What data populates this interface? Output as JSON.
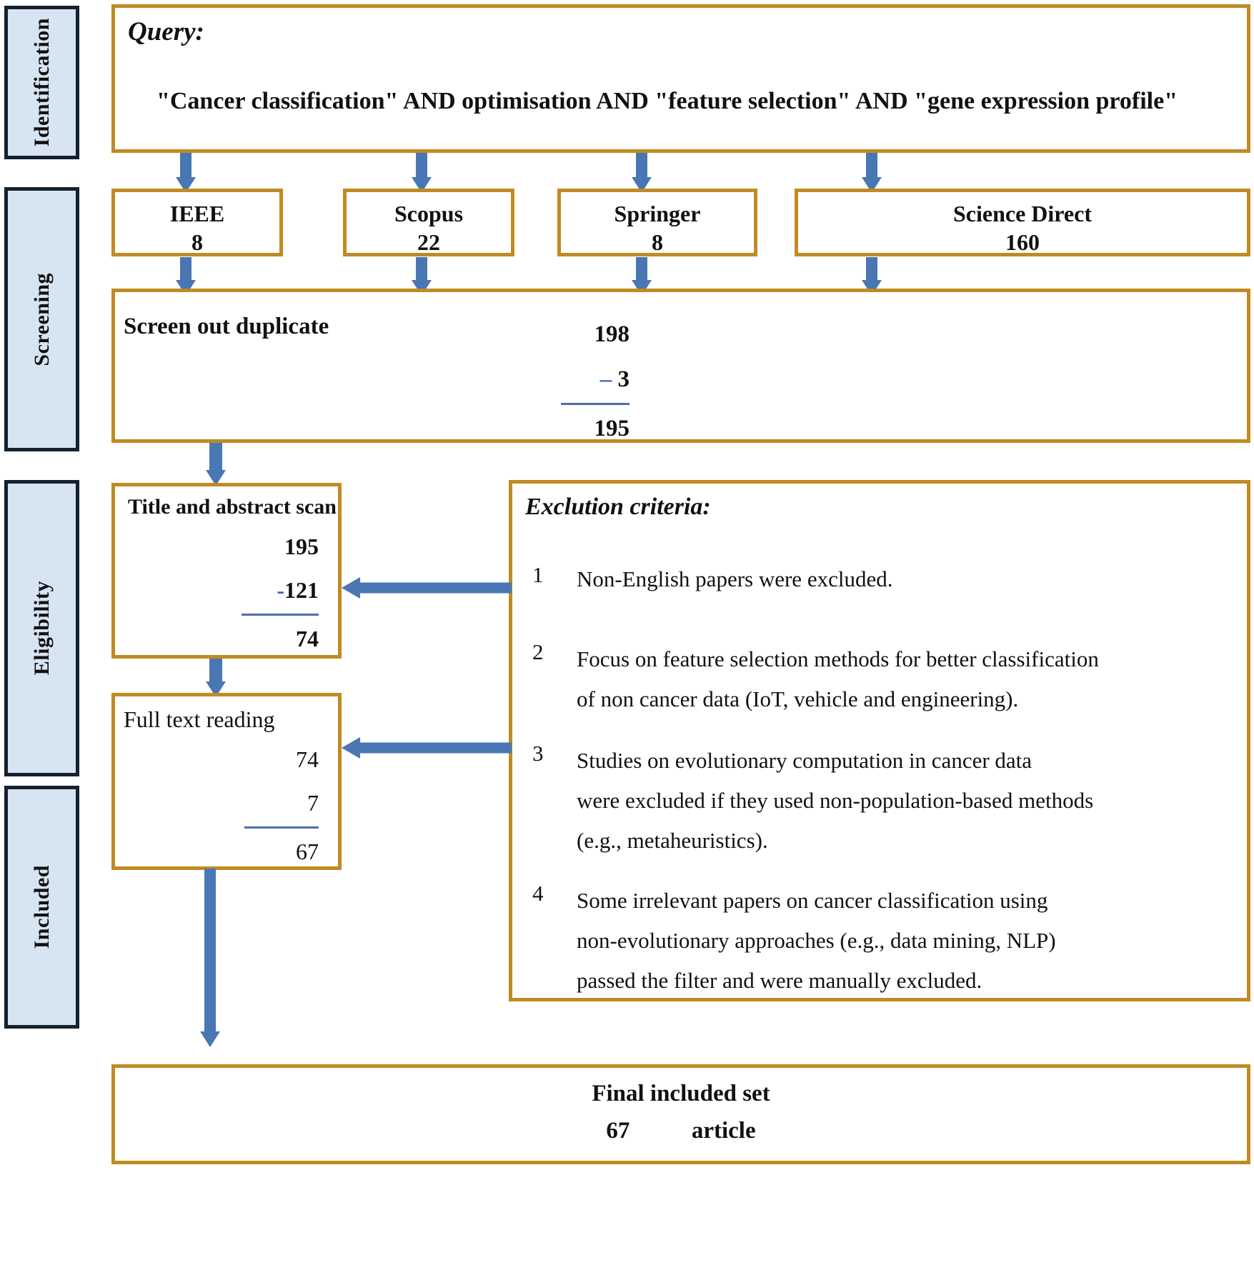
{
  "stages": [
    {
      "label": "Identification"
    },
    {
      "label": "Screening"
    },
    {
      "label": "Eligibility"
    },
    {
      "label": "Included"
    }
  ],
  "query_box": {
    "heading": "Query:",
    "text": "\"Cancer classification\" AND optimisation AND \"feature selection\" AND \"gene expression profile\""
  },
  "databases": [
    {
      "name": "IEEE",
      "count": "8"
    },
    {
      "name": "Scopus",
      "count": "22"
    },
    {
      "name": "Springer",
      "count": "8"
    },
    {
      "name": "Science Direct",
      "count": "160"
    }
  ],
  "screening_box": {
    "label": "Screen out duplicate",
    "total": "198",
    "minus": "–",
    "subtracted": "3",
    "result": "195"
  },
  "title_abstract_box": {
    "label": "Title and abstract scan",
    "total": "195",
    "minus": "-",
    "subtracted": "121",
    "result": "74"
  },
  "full_text_box": {
    "label": "Full text reading",
    "total": "74",
    "subtracted": "7",
    "result": "67"
  },
  "exclusion_box": {
    "heading": "Exclution criteria:",
    "items": [
      {
        "num": "1",
        "lines": [
          "Non-English papers were excluded."
        ]
      },
      {
        "num": "2",
        "lines": [
          "Focus on feature selection methods for better classification",
          "of non cancer data (IoT, vehicle  and engineering)."
        ]
      },
      {
        "num": "3",
        "lines": [
          "Studies on evolutionary computation in cancer data",
          "were excluded if they used non-population-based methods",
          "(e.g., metaheuristics)."
        ]
      },
      {
        "num": "4",
        "lines": [
          "Some irrelevant papers on cancer classification using",
          "non-evolutionary approaches (e.g., data mining, NLP)",
          "passed the filter and were manually excluded."
        ]
      }
    ]
  },
  "final_box": {
    "heading": "Final included set",
    "count": "67",
    "unit": "article"
  },
  "colors": {
    "box_border": "#c08b22",
    "arrow": "#4877b4",
    "stage_fill": "#d7e4f2",
    "stage_border": "#15212e",
    "minus_rule": "#4a6fae"
  }
}
